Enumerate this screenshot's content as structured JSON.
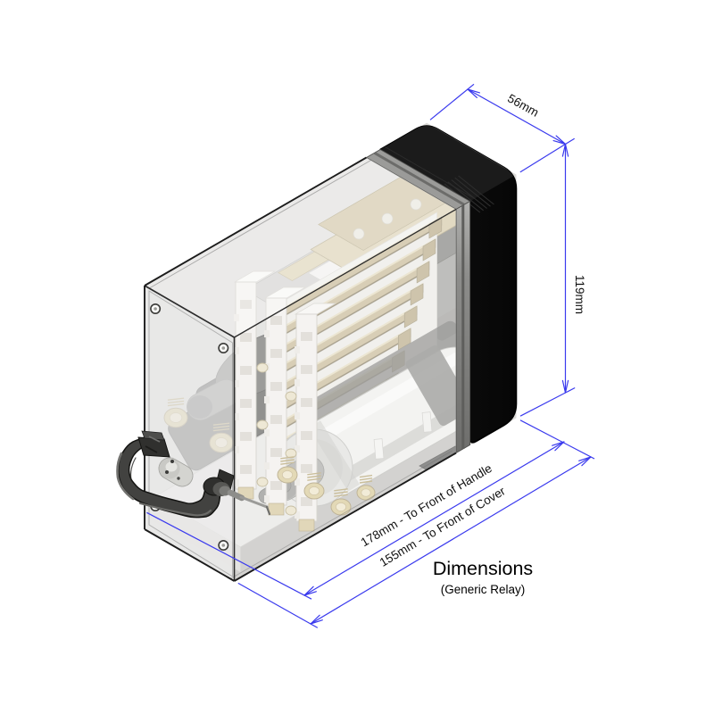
{
  "figure": {
    "title": "Dimensions",
    "subtitle": "(Generic Relay)"
  },
  "dimensions": {
    "width": {
      "label": "56mm"
    },
    "height": {
      "label": "119mm"
    },
    "depth_handle": {
      "label": "178mm - To Front of Handle"
    },
    "depth_cover": {
      "label": "155mm - To Front of Cover"
    }
  },
  "colors": {
    "dimension_line": "#3a3aee",
    "case_black": "#0d0d0d",
    "cover_tint": "#f2f2f2",
    "contact_tan": "#cfc2a0",
    "background": "#ffffff"
  }
}
